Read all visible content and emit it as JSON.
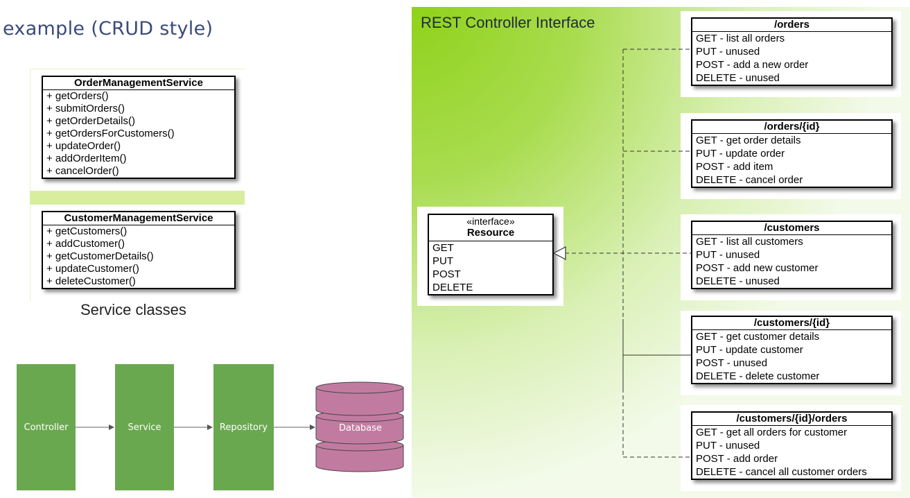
{
  "title": "example (CRUD style)",
  "service_classes": {
    "caption": "Service classes",
    "order_service": {
      "name": "OrderManagementService",
      "methods": [
        "+ getOrders()",
        "+ submitOrders()",
        "+ getOrderDetails()",
        "+ getOrdersForCustomers()",
        "+ updateOrder()",
        "+ addOrderItem()",
        "+ cancelOrder()"
      ]
    },
    "customer_service": {
      "name": "CustomerManagementService",
      "methods": [
        "+ getCustomers()",
        "+ addCustomer()",
        "+ getCustomerDetails()",
        "+ updateCustomer()",
        "+ deleteCustomer()"
      ]
    }
  },
  "rest": {
    "title": "REST Controller Interface",
    "resource_interface": {
      "stereotype": "«interface»",
      "name": "Resource",
      "methods": [
        "GET",
        "PUT",
        "POST",
        "DELETE"
      ]
    },
    "endpoints": [
      {
        "path": "/orders",
        "ops": [
          "GET - list all orders",
          "PUT - unused",
          "POST - add a new order",
          "DELETE - unused"
        ]
      },
      {
        "path": "/orders/{id}",
        "ops": [
          "GET - get order details",
          "PUT - update order",
          "POST - add item",
          "DELETE - cancel order"
        ]
      },
      {
        "path": "/customers",
        "ops": [
          "GET - list all customers",
          "PUT - unused",
          "POST - add new customer",
          "DELETE - unused"
        ]
      },
      {
        "path": "/customers/{id}",
        "ops": [
          "GET - get customer details",
          "PUT - update customer",
          "POST - unused",
          "DELETE - delete customer"
        ]
      },
      {
        "path": "/customers/{id}/orders",
        "ops": [
          "GET - get all orders for customer",
          "PUT - unused",
          "POST - add order",
          "DELETE - cancel all customer orders"
        ]
      }
    ]
  },
  "flow": {
    "controller": "Controller",
    "service": "Service",
    "repository": "Repository",
    "database": "Database"
  },
  "colors": {
    "flow_green": "#6aa84f",
    "db_pink": "#c27ba0",
    "rest_green": "#8fd21a"
  }
}
